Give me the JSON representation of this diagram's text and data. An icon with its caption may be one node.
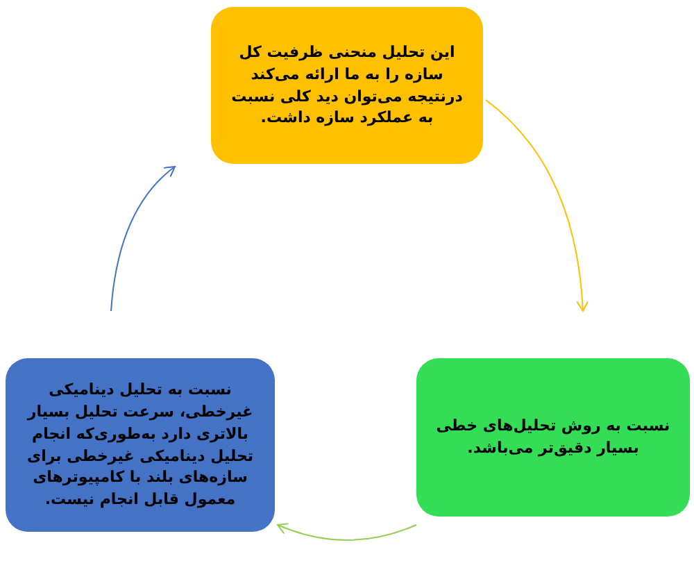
{
  "diagram": {
    "nodes": [
      {
        "text": [
          "این تحلیل منحنی ظرفیت کل سازه را به ما ارائه می‌کند درنتیجه می‌توان دید کلی نسبت به عملکرد سازه داشت."
        ]
      },
      {
        "text": [
          "نسبت به روش تحلیل‌های خطی بسیار دقیق‌تر می‌باشد."
        ]
      },
      {
        "text": [
          "نسبت به تحلیل دینامیکی غیرخطی، سرعت تحلیل بسیار بالاتری دارد به‌طوری‌که انجام تحلیل دینامیکی غیرخطی برای سازه‌های بلند با کامپیوترهای معمول قابل انجام نیست."
        ]
      }
    ],
    "edges": [
      {
        "from": 0,
        "to": 1,
        "arrow": "to",
        "color": "#ffc000"
      },
      {
        "from": 1,
        "to": 2,
        "arrow": "to",
        "color": "#92d050"
      },
      {
        "from": 2,
        "to": 0,
        "arrow": "to",
        "color": "#4472c4"
      }
    ]
  }
}
